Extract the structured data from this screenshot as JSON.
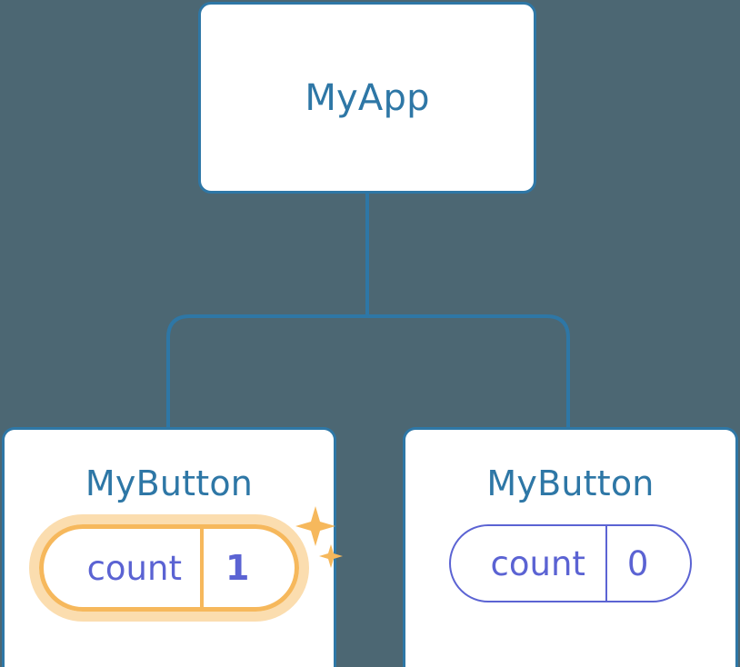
{
  "diagram": {
    "type": "component-tree",
    "background_color": "#4C6773",
    "node_border_color": "#2E77A6",
    "node_title_color": "#2E77A6",
    "connector_color": "#2E77A6",
    "pill_plain_color": "#5B63D3",
    "pill_highlight_color": "#F6B85C",
    "pill_glow_color": "#FBDDAF",
    "sparkle_color": "#F6B85C"
  },
  "root": {
    "title": "MyApp"
  },
  "children": [
    {
      "title": "MyButton",
      "state": {
        "key": "count",
        "value": "1"
      },
      "highlighted": true,
      "sparkles": true
    },
    {
      "title": "MyButton",
      "state": {
        "key": "count",
        "value": "0"
      },
      "highlighted": false,
      "sparkles": false
    }
  ]
}
